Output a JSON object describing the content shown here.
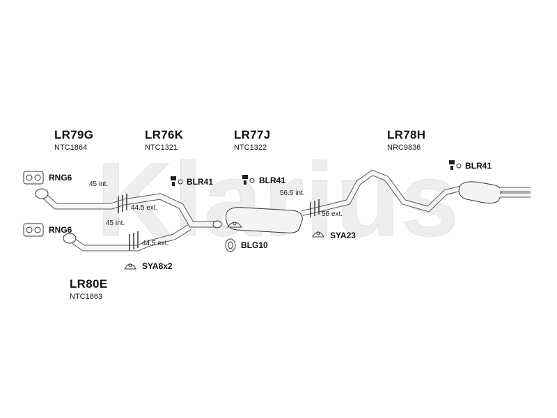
{
  "watermark": "Klarius",
  "parts": [
    {
      "code": "LR79G",
      "ref": "NTC1864"
    },
    {
      "code": "LR76K",
      "ref": "NTC1321"
    },
    {
      "code": "LR77J",
      "ref": "NTC1322"
    },
    {
      "code": "LR78H",
      "ref": "NRC9836"
    },
    {
      "code": "LR80E",
      "ref": "NTC1863"
    }
  ],
  "fittings": {
    "rng6_top": "RNG6",
    "rng6_bottom": "RNG6",
    "blr41_a": "BLR41",
    "blr41_b": "BLR41",
    "blr41_c": "BLR41",
    "blg10": "BLG10",
    "sya23": "SYA23",
    "sya8x2": "SYA8x2"
  },
  "dimensions": {
    "d1": "45 int.",
    "d2": "44.5 ext.",
    "d3": "45 int.",
    "d4": "44.5 ext.",
    "d5": "56.5 int.",
    "d6": "56 ext."
  }
}
